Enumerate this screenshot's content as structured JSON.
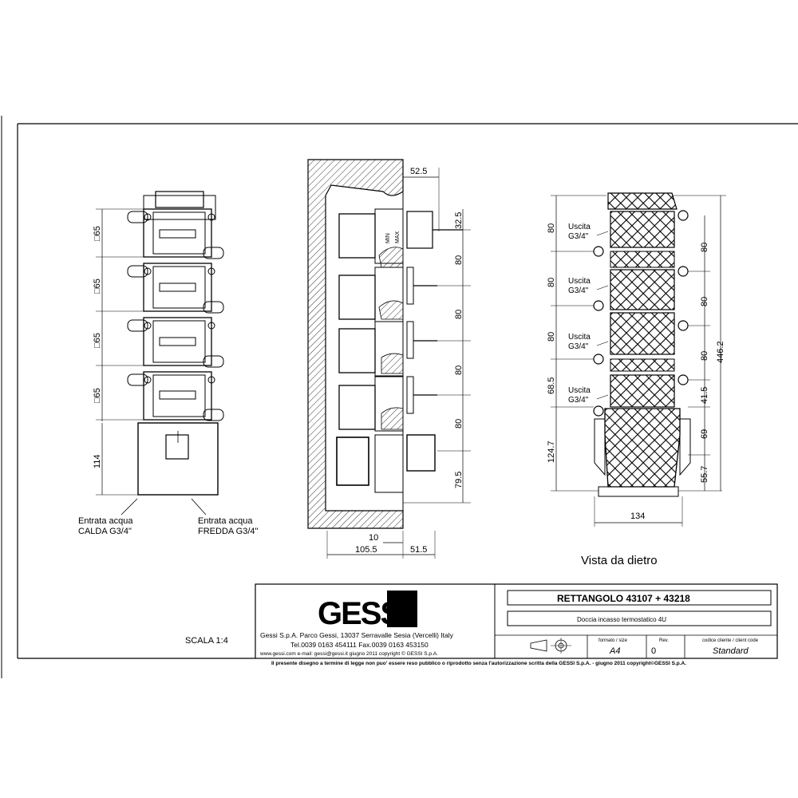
{
  "front_view": {
    "square_labels": [
      "□65",
      "□65",
      "□65",
      "□65"
    ],
    "dim_114": "114",
    "inlet_hot": [
      "Entrata acqua",
      "CALDA G3/4\""
    ],
    "inlet_cold": [
      "Entrata acqua",
      "FREDDA G3/4\""
    ]
  },
  "side_view": {
    "top_dims": [
      "52.5",
      "32.5"
    ],
    "spacing_dims": [
      "80",
      "80",
      "80",
      "80"
    ],
    "bottom_dim": "79.5",
    "width_dims": [
      "10",
      "105.5",
      "51.5"
    ],
    "valve_labels": [
      "MIN",
      "MAX"
    ]
  },
  "back_view": {
    "title": "Vista da dietro",
    "left_dims": [
      "80",
      "80",
      "80",
      "68.5",
      "124.7"
    ],
    "right_dims": [
      "80",
      "80",
      "80",
      "41.5",
      "69",
      "55.7"
    ],
    "total_dim": "446.2",
    "bottom_dim": "134",
    "outlet_label": [
      "Uscita",
      "G3/4\""
    ]
  },
  "scale": "SCALA 1:4",
  "title_block": {
    "logo": "GESSI",
    "company_line": "Gessi S.p.A. Parco Gessi, 13037 Serravalle Sesia (Vercelli) Italy",
    "phone_line": "Tel.0039 0163 454111 Fax.0039 0163 453150",
    "web_line": "www.gessi.com  e-mail: gessi@gessi.it    giugno 2011    copyright © GESSI S.p.A.",
    "product_title": "RETTANGOLO  43107 + 43218",
    "product_desc": "Doccia incasso termostatico 4U",
    "format_label": "formato / size",
    "format_value": "A4",
    "rev_label": "Rev.",
    "rev_value": "0",
    "client_label": "codice cliente / client code",
    "client_value": "Standard",
    "notice": "Il presente disegno a termine di legge non puo' essere reso pubblico o riprodotto senza l'autorizzazione scritta della GESSI S.p.A. - giugno 2011 copyright©GESSI S.p.A."
  }
}
